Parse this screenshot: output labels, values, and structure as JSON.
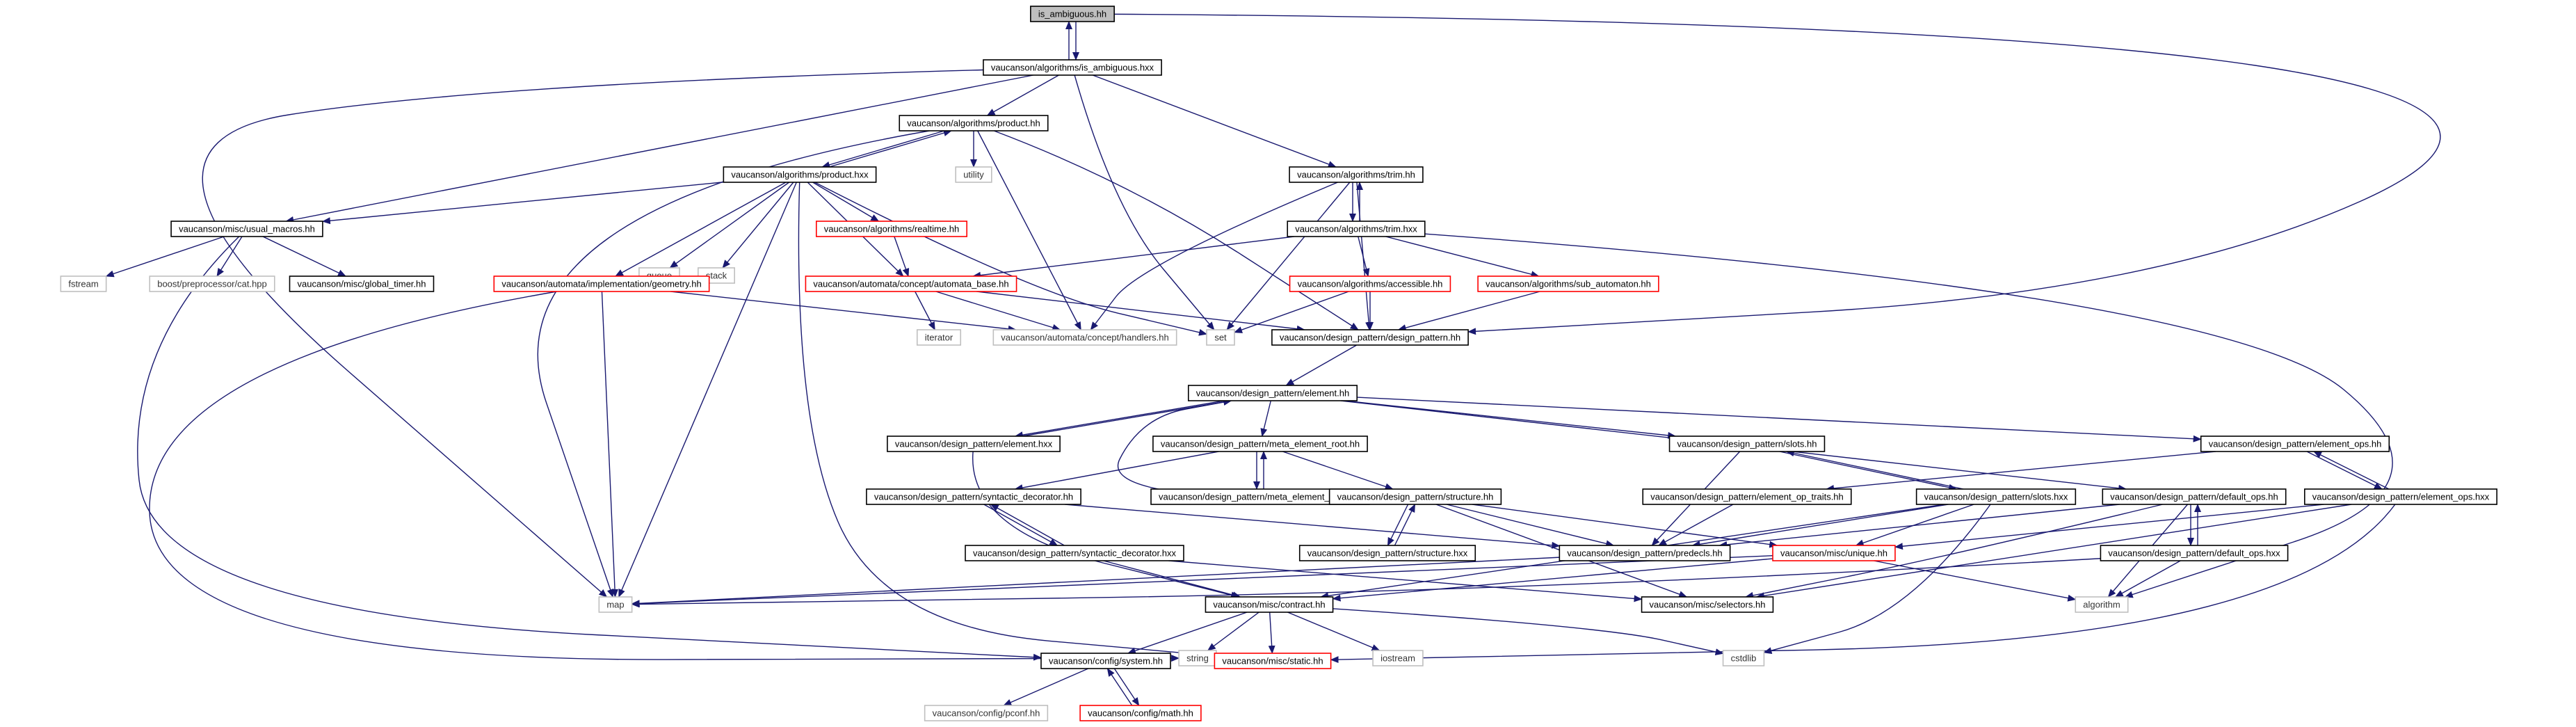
{
  "colors": {
    "edge": "#191970",
    "arrow": "#191970",
    "border_local": "#000000",
    "border_truncated": "#ff0000",
    "border_system": "#bfbfbf",
    "fill_root": "#bfbfbf",
    "fill_default": "#ffffff",
    "text": "#000000"
  },
  "nodes": [
    {
      "id": "root",
      "label": "is_ambiguous.hh",
      "kind": "root"
    },
    {
      "id": "ambhxx",
      "label": "vaucanson/algorithms/is_ambiguous.hxx",
      "kind": "local"
    },
    {
      "id": "prodhh",
      "label": "vaucanson/algorithms/product.hh",
      "kind": "local"
    },
    {
      "id": "prodhxx",
      "label": "vaucanson/algorithms/product.hxx",
      "kind": "local"
    },
    {
      "id": "utility",
      "label": "utility",
      "kind": "system"
    },
    {
      "id": "trimhh",
      "label": "vaucanson/algorithms/trim.hh",
      "kind": "local"
    },
    {
      "id": "trimhxx",
      "label": "vaucanson/algorithms/trim.hxx",
      "kind": "local"
    },
    {
      "id": "usual",
      "label": "vaucanson/misc/usual_macros.hh",
      "kind": "local"
    },
    {
      "id": "queue",
      "label": "queue",
      "kind": "system"
    },
    {
      "id": "stack",
      "label": "stack",
      "kind": "system"
    },
    {
      "id": "realtime",
      "label": "vaucanson/algorithms/realtime.hh",
      "kind": "truncated"
    },
    {
      "id": "fstream",
      "label": "fstream",
      "kind": "system"
    },
    {
      "id": "boostcat",
      "label": "boost/preprocessor/cat.hpp",
      "kind": "system"
    },
    {
      "id": "timer",
      "label": "vaucanson/misc/global_timer.hh",
      "kind": "local"
    },
    {
      "id": "geometry",
      "label": "vaucanson/automata/implementation/geometry.hh",
      "kind": "truncated"
    },
    {
      "id": "autobase",
      "label": "vaucanson/automata/concept/automata_base.hh",
      "kind": "truncated"
    },
    {
      "id": "accessible",
      "label": "vaucanson/algorithms/accessible.hh",
      "kind": "truncated"
    },
    {
      "id": "subauto",
      "label": "vaucanson/algorithms/sub_automaton.hh",
      "kind": "truncated"
    },
    {
      "id": "iterator",
      "label": "iterator",
      "kind": "system"
    },
    {
      "id": "handlers",
      "label": "vaucanson/automata/concept/handlers.hh",
      "kind": "system"
    },
    {
      "id": "set",
      "label": "set",
      "kind": "system"
    },
    {
      "id": "dphh",
      "label": "vaucanson/design_pattern/design_pattern.hh",
      "kind": "local"
    },
    {
      "id": "elemhh",
      "label": "vaucanson/design_pattern/element.hh",
      "kind": "local"
    },
    {
      "id": "elemhxx",
      "label": "vaucanson/design_pattern/element.hxx",
      "kind": "local"
    },
    {
      "id": "metahh",
      "label": "vaucanson/design_pattern/meta_element_root.hh",
      "kind": "local"
    },
    {
      "id": "metahxx",
      "label": "vaucanson/design_pattern/meta_element_root.hxx",
      "kind": "local"
    },
    {
      "id": "slotshh",
      "label": "vaucanson/design_pattern/slots.hh",
      "kind": "local"
    },
    {
      "id": "slotshxx",
      "label": "vaucanson/design_pattern/slots.hxx",
      "kind": "local"
    },
    {
      "id": "eopshh",
      "label": "vaucanson/design_pattern/element_ops.hh",
      "kind": "local"
    },
    {
      "id": "eopshxx",
      "label": "vaucanson/design_pattern/element_ops.hxx",
      "kind": "local"
    },
    {
      "id": "eoptraits",
      "label": "vaucanson/design_pattern/element_op_traits.hh",
      "kind": "local"
    },
    {
      "id": "synhh",
      "label": "vaucanson/design_pattern/syntactic_decorator.hh",
      "kind": "local"
    },
    {
      "id": "synhxx",
      "label": "vaucanson/design_pattern/syntactic_decorator.hxx",
      "kind": "local"
    },
    {
      "id": "structhh",
      "label": "vaucanson/design_pattern/structure.hh",
      "kind": "local"
    },
    {
      "id": "structhxx",
      "label": "vaucanson/design_pattern/structure.hxx",
      "kind": "local"
    },
    {
      "id": "predecls",
      "label": "vaucanson/design_pattern/predecls.hh",
      "kind": "local"
    },
    {
      "id": "unique",
      "label": "vaucanson/misc/unique.hh",
      "kind": "truncated"
    },
    {
      "id": "dopshh",
      "label": "vaucanson/design_pattern/default_ops.hh",
      "kind": "local"
    },
    {
      "id": "dopshxx",
      "label": "vaucanson/design_pattern/default_ops.hxx",
      "kind": "local"
    },
    {
      "id": "map",
      "label": "map",
      "kind": "system"
    },
    {
      "id": "contract",
      "label": "vaucanson/misc/contract.hh",
      "kind": "local"
    },
    {
      "id": "selectors",
      "label": "vaucanson/misc/selectors.hh",
      "kind": "local"
    },
    {
      "id": "algorithm",
      "label": "algorithm",
      "kind": "system"
    },
    {
      "id": "syshh",
      "label": "vaucanson/config/system.hh",
      "kind": "local"
    },
    {
      "id": "string",
      "label": "string",
      "kind": "system"
    },
    {
      "id": "static",
      "label": "vaucanson/misc/static.hh",
      "kind": "truncated"
    },
    {
      "id": "iostream",
      "label": "iostream",
      "kind": "system"
    },
    {
      "id": "cstdlib",
      "label": "cstdlib",
      "kind": "system"
    },
    {
      "id": "pconf",
      "label": "vaucanson/config/pconf.hh",
      "kind": "system"
    },
    {
      "id": "mathhh",
      "label": "vaucanson/config/math.hh",
      "kind": "truncated"
    }
  ],
  "edges": [
    [
      "root",
      "ambhxx"
    ],
    [
      "ambhxx",
      "root"
    ],
    [
      "root",
      "dphh"
    ],
    [
      "ambhxx",
      "prodhh"
    ],
    [
      "ambhxx",
      "trimhh"
    ],
    [
      "ambhxx",
      "usual"
    ],
    [
      "ambhxx",
      "map"
    ],
    [
      "ambhxx",
      "set"
    ],
    [
      "prodhh",
      "prodhxx"
    ],
    [
      "prodhxx",
      "prodhh"
    ],
    [
      "prodhh",
      "utility"
    ],
    [
      "prodhh",
      "handlers"
    ],
    [
      "prodhh",
      "dphh"
    ],
    [
      "prodhh",
      "map"
    ],
    [
      "prodhxx",
      "usual"
    ],
    [
      "prodhxx",
      "geometry"
    ],
    [
      "prodhxx",
      "queue"
    ],
    [
      "prodhxx",
      "stack"
    ],
    [
      "prodhxx",
      "realtime"
    ],
    [
      "prodhxx",
      "autobase"
    ],
    [
      "prodhxx",
      "set"
    ],
    [
      "prodhxx",
      "map"
    ],
    [
      "prodhxx",
      "static"
    ],
    [
      "trimhh",
      "trimhxx"
    ],
    [
      "trimhxx",
      "trimhh"
    ],
    [
      "trimhh",
      "handlers"
    ],
    [
      "trimhh",
      "set"
    ],
    [
      "trimhh",
      "dphh"
    ],
    [
      "trimhxx",
      "autobase"
    ],
    [
      "trimhxx",
      "accessible"
    ],
    [
      "trimhxx",
      "subauto"
    ],
    [
      "trimhxx",
      "algorithm"
    ],
    [
      "usual",
      "fstream"
    ],
    [
      "usual",
      "boostcat"
    ],
    [
      "usual",
      "timer"
    ],
    [
      "usual",
      "syshh"
    ],
    [
      "geometry",
      "map"
    ],
    [
      "geometry",
      "handlers"
    ],
    [
      "geometry",
      "string"
    ],
    [
      "realtime",
      "autobase"
    ],
    [
      "autobase",
      "iterator"
    ],
    [
      "autobase",
      "handlers"
    ],
    [
      "autobase",
      "dphh"
    ],
    [
      "accessible",
      "set"
    ],
    [
      "accessible",
      "dphh"
    ],
    [
      "subauto",
      "dphh"
    ],
    [
      "dphh",
      "elemhh"
    ],
    [
      "elemhh",
      "elemhxx"
    ],
    [
      "elemhxx",
      "elemhh"
    ],
    [
      "elemhh",
      "metahh"
    ],
    [
      "elemhh",
      "slotshh"
    ],
    [
      "elemhh",
      "eopshh"
    ],
    [
      "elemhh",
      "dopshh"
    ],
    [
      "elemhxx",
      "contract"
    ],
    [
      "metahh",
      "metahxx"
    ],
    [
      "metahxx",
      "metahh"
    ],
    [
      "metahh",
      "synhh"
    ],
    [
      "metahh",
      "structhh"
    ],
    [
      "synhh",
      "synhxx"
    ],
    [
      "synhxx",
      "synhh"
    ],
    [
      "synhh",
      "predecls"
    ],
    [
      "synhxx",
      "contract"
    ],
    [
      "synhxx",
      "selectors"
    ],
    [
      "structhh",
      "structhxx"
    ],
    [
      "structhxx",
      "structhh"
    ],
    [
      "structhh",
      "predecls"
    ],
    [
      "structhh",
      "unique"
    ],
    [
      "structhh",
      "selectors"
    ],
    [
      "structhh",
      "elemhh"
    ],
    [
      "slotshh",
      "slotshxx"
    ],
    [
      "slotshxx",
      "slotshh"
    ],
    [
      "slotshh",
      "predecls"
    ],
    [
      "slotshxx",
      "unique"
    ],
    [
      "slotshxx",
      "cstdlib"
    ],
    [
      "slotshxx",
      "contract"
    ],
    [
      "slotshxx",
      "predecls"
    ],
    [
      "eopshh",
      "eopshxx"
    ],
    [
      "eopshxx",
      "eopshh"
    ],
    [
      "eopshh",
      "eoptraits"
    ],
    [
      "eopshxx",
      "selectors"
    ],
    [
      "eopshxx",
      "static"
    ],
    [
      "eopshxx",
      "unique"
    ],
    [
      "eoptraits",
      "predecls"
    ],
    [
      "dopshh",
      "dopshxx"
    ],
    [
      "dopshxx",
      "dopshh"
    ],
    [
      "dopshh",
      "predecls"
    ],
    [
      "dopshh",
      "selectors"
    ],
    [
      "dopshh",
      "algorithm"
    ],
    [
      "dopshxx",
      "algorithm"
    ],
    [
      "dopshxx",
      "map"
    ],
    [
      "unique",
      "map"
    ],
    [
      "unique",
      "contract"
    ],
    [
      "unique",
      "algorithm"
    ],
    [
      "predecls",
      "map"
    ],
    [
      "contract",
      "syshh"
    ],
    [
      "contract",
      "string"
    ],
    [
      "contract",
      "static"
    ],
    [
      "contract",
      "iostream"
    ],
    [
      "contract",
      "cstdlib"
    ],
    [
      "syshh",
      "pconf"
    ],
    [
      "syshh",
      "mathhh"
    ],
    [
      "mathhh",
      "syshh"
    ]
  ]
}
